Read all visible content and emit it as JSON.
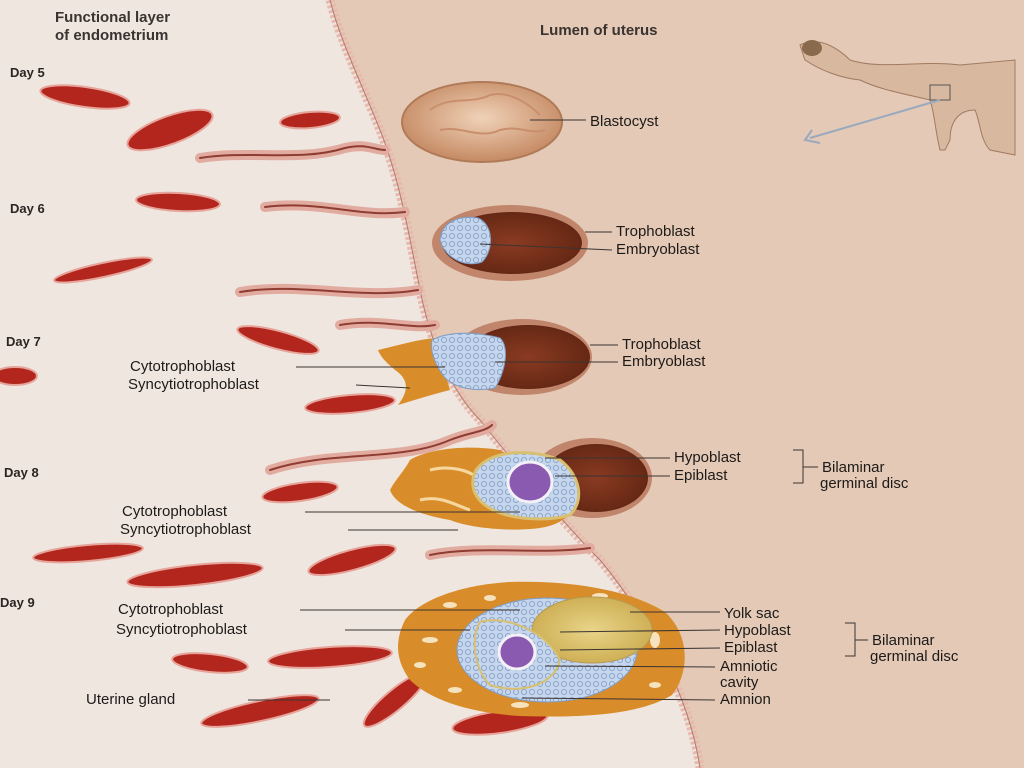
{
  "headers": {
    "functional_layer_line1": "Functional layer",
    "functional_layer_line2": "of endometrium",
    "lumen": "Lumen of uterus"
  },
  "days": [
    "Day 5",
    "Day 6",
    "Day 7",
    "Day 8",
    "Day 9"
  ],
  "labels": {
    "blastocyst": "Blastocyst",
    "trophoblast": "Trophoblast",
    "embryoblast": "Embryoblast",
    "cytotrophoblast": "Cytotrophoblast",
    "syncytiotrophoblast": "Syncytiotrophoblast",
    "hypoblast": "Hypoblast",
    "epiblast": "Epiblast",
    "bilaminar_line1": "Bilaminar",
    "bilaminar_line2": "germinal disc",
    "yolk_sac": "Yolk sac",
    "amniotic_line1": "Amniotic",
    "amniotic_line2": "cavity",
    "amnion": "Amnion",
    "uterine_gland": "Uterine gland"
  },
  "colors": {
    "background": "#efe6df",
    "lumen": "#e3c9b6",
    "epithelium": "#e8b9ad",
    "vessel": "#b3261e",
    "trophoblast": "#c0856a",
    "blastocoel": "#7a3420",
    "embryoblast": "#c9d8ee",
    "syncytio": "#d98d2a",
    "epiblast_core": "#8a5ab0",
    "yolk_sac": "#d8c070"
  }
}
